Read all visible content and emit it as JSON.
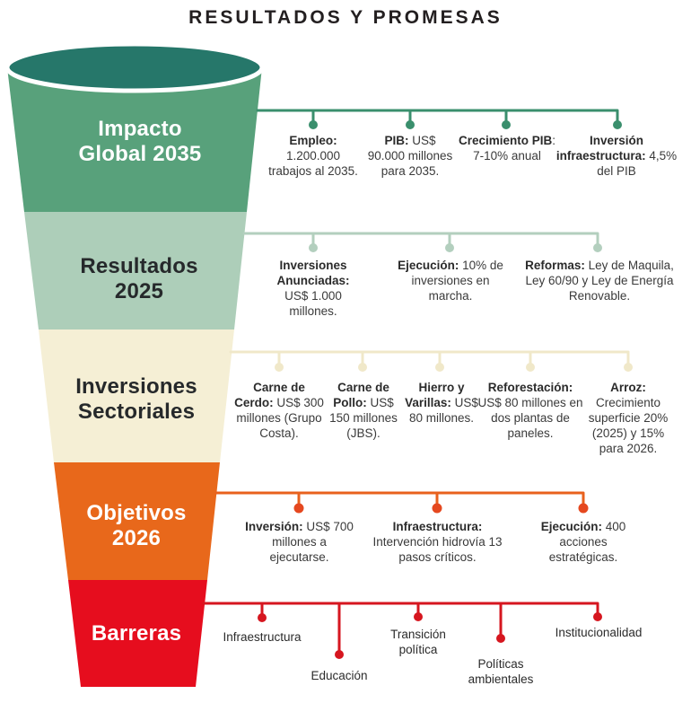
{
  "title": "RESULTADOS Y PROMESAS",
  "colors": {
    "title_text": "#231F20",
    "funnel_rim": "#FFFFFF",
    "branch_text": "#3A3A3A"
  },
  "funnel": {
    "top_color": "#26776A",
    "levels": [
      {
        "label": "Impacto Global 2035",
        "band_color": "#58A17B",
        "line_color": "#3A8F6D",
        "dot_color": "#3A8F6D",
        "items": [
          {
            "bold": "Empleo:",
            "rest": " 1.200.000 trabajos al 2035."
          },
          {
            "bold": "PIB:",
            "rest": " US$ 90.000 millones para 2035."
          },
          {
            "bold": "Crecimiento PIB",
            "rest": ": 7-10% anual"
          },
          {
            "bold": "Inversión infraestructura:",
            "rest": " 4,5% del PIB"
          }
        ]
      },
      {
        "label": "Resultados 2025",
        "band_color": "#ADCEB9",
        "line_color": "#B3CFBE",
        "dot_color": "#B3CFBE",
        "items": [
          {
            "bold": "Inversiones Anunciadas:",
            "rest": " US$ 1.000 millones."
          },
          {
            "bold": "Ejecución:",
            "rest": " 10% de inversiones en marcha."
          },
          {
            "bold": "Reformas:",
            "rest": " Ley de Maquila, Ley 60/90 y Ley de Energía Renovable."
          }
        ]
      },
      {
        "label": "Inversiones Sectoriales",
        "band_color": "#F5EFD5",
        "line_color": "#F0E8C9",
        "dot_color": "#F0E8C9",
        "items": [
          {
            "bold": "Carne de Cerdo:",
            "rest": " US$ 300 millones (Grupo Costa)."
          },
          {
            "bold": "Carne de Pollo:",
            "rest": " US$ 150 millones (JBS)."
          },
          {
            "bold": "Hierro y Varillas:",
            "rest": " US$ 80 millones."
          },
          {
            "bold": "Reforestación:",
            "rest": " US$ 80 millones en dos plantas de paneles."
          },
          {
            "bold": "Arroz:",
            "rest": " Crecimiento superficie 20% (2025) y 15% para 2026."
          }
        ]
      },
      {
        "label": "Objetivos 2026",
        "band_color": "#E8681B",
        "line_color": "#E8611D",
        "dot_color": "#E5481F",
        "items": [
          {
            "bold": "Inversión:",
            "rest": " US$ 700 millones a ejecutarse."
          },
          {
            "bold": "Infraestructura:",
            "rest": " Intervención hidrovía 13 pasos críticos."
          },
          {
            "bold": "Ejecución:",
            "rest": " 400 acciones estratégicas."
          }
        ]
      },
      {
        "label": "Barreras",
        "band_color": "#E60D1E",
        "line_color": "#D6161F",
        "dot_color": "#D6161F",
        "items": [
          "Infraestructura",
          "Educación",
          "Transición política",
          "Políticas ambientales",
          "Institucionalidad"
        ]
      }
    ]
  }
}
